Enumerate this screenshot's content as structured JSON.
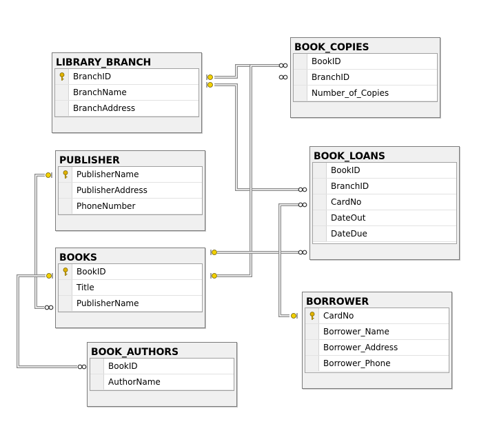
{
  "colors": {
    "line": "#888888",
    "key_icon": "#e2b400",
    "header_bg": "#f0f0f0"
  },
  "tables": {
    "library_branch": {
      "title": "LIBRARY_BRANCH",
      "columns": [
        "BranchID",
        "BranchName",
        "BranchAddress"
      ],
      "primary_key": "BranchID"
    },
    "book_copies": {
      "title": "BOOK_COPIES",
      "columns": [
        "BookID",
        "BranchID",
        "Number_of_Copies"
      ]
    },
    "publisher": {
      "title": "PUBLISHER",
      "columns": [
        "PublisherName",
        "PublisherAddress",
        "PhoneNumber"
      ],
      "primary_key": "PublisherName"
    },
    "book_loans": {
      "title": "BOOK_LOANS",
      "columns": [
        "BookID",
        "BranchID",
        "CardNo",
        "DateOut",
        "DateDue"
      ]
    },
    "books": {
      "title": "BOOKS",
      "columns": [
        "BookID",
        "Title",
        "PublisherName"
      ],
      "primary_key": "BookID"
    },
    "borrower": {
      "title": "BORROWER",
      "columns": [
        "CardNo",
        "Borrower_Name",
        "Borrower_Address",
        "Borrower_Phone"
      ],
      "primary_key": "CardNo"
    },
    "book_authors": {
      "title": "BOOK_AUTHORS",
      "columns": [
        "BookID",
        "AuthorName"
      ]
    }
  },
  "relationships": [
    {
      "from": "LIBRARY_BRANCH.BranchID",
      "to": "BOOK_COPIES.BranchID",
      "type": "one-to-many"
    },
    {
      "from": "LIBRARY_BRANCH.BranchID",
      "to": "BOOK_LOANS.BranchID",
      "type": "one-to-many"
    },
    {
      "from": "BOOKS.BookID",
      "to": "BOOK_COPIES.BookID",
      "type": "one-to-many"
    },
    {
      "from": "BOOKS.BookID",
      "to": "BOOK_LOANS.BookID",
      "type": "one-to-many"
    },
    {
      "from": "BOOKS.BookID",
      "to": "BOOK_AUTHORS.BookID",
      "type": "one-to-many"
    },
    {
      "from": "PUBLISHER.PublisherName",
      "to": "BOOKS.PublisherName",
      "type": "one-to-many"
    },
    {
      "from": "BORROWER.CardNo",
      "to": "BOOK_LOANS.CardNo",
      "type": "one-to-many"
    }
  ]
}
